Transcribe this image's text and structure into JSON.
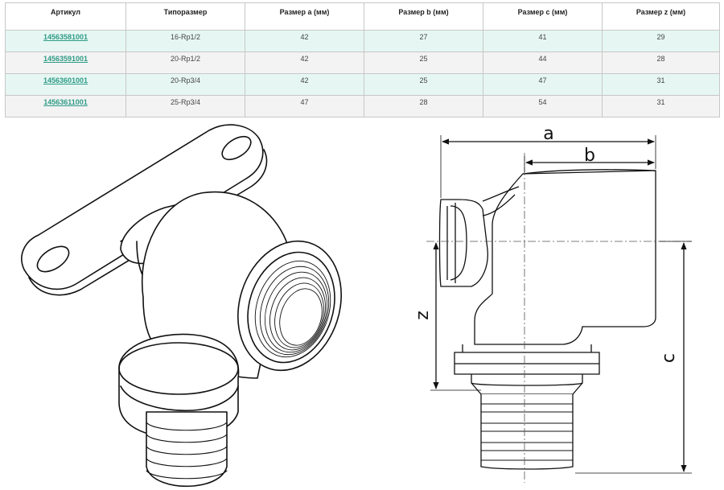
{
  "table": {
    "headers": [
      "Артикул",
      "Типоразмер",
      "Размер a (мм)",
      "Размер b (мм)",
      "Размер c (мм)",
      "Размер z (мм)"
    ],
    "rows": [
      {
        "article": "14563581001",
        "size": "16-Rp1/2",
        "a": "42",
        "b": "27",
        "c": "41",
        "z": "29"
      },
      {
        "article": "14563591001",
        "size": "20-Rp1/2",
        "a": "42",
        "b": "25",
        "c": "44",
        "z": "28"
      },
      {
        "article": "14563601001",
        "size": "20-Rp3/4",
        "a": "42",
        "b": "25",
        "c": "47",
        "z": "31"
      },
      {
        "article": "14563611001",
        "size": "25-Rp3/4",
        "a": "47",
        "b": "28",
        "c": "54",
        "z": "31"
      }
    ]
  },
  "drawing": {
    "dim_a": "a",
    "dim_b": "b",
    "dim_c": "c",
    "dim_z": "z"
  }
}
